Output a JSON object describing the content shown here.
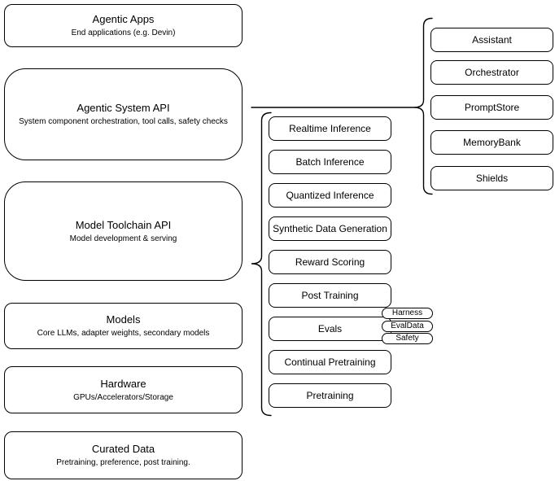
{
  "stack": [
    {
      "title": "Agentic Apps",
      "subtitle": "End applications (e.g. Devin)"
    },
    {
      "title": "Agentic System API",
      "subtitle": "System component orchestration, tool calls, safety checks"
    },
    {
      "title": "Model Toolchain API",
      "subtitle": "Model development & serving"
    },
    {
      "title": "Models",
      "subtitle": "Core LLMs, adapter weights, secondary models"
    },
    {
      "title": "Hardware",
      "subtitle": "GPUs/Accelerators/Storage"
    },
    {
      "title": "Curated Data",
      "subtitle": "Pretraining, preference, post training."
    }
  ],
  "toolchain": {
    "items": [
      "Realtime Inference",
      "Batch Inference",
      "Quantized Inference",
      "Synthetic Data Generation",
      "Reward Scoring",
      "Post Training",
      "Evals",
      "Continual Pretraining",
      "Pretraining"
    ]
  },
  "eval_tags": {
    "items": [
      "Harness",
      "EvalData",
      "Safety"
    ]
  },
  "system": {
    "items": [
      "Assistant",
      "Orchestrator",
      "PromptStore",
      "MemoryBank",
      "Shields"
    ]
  },
  "colors": {
    "stroke": "#000000",
    "fill": "#ffffff",
    "text": "#000000"
  }
}
